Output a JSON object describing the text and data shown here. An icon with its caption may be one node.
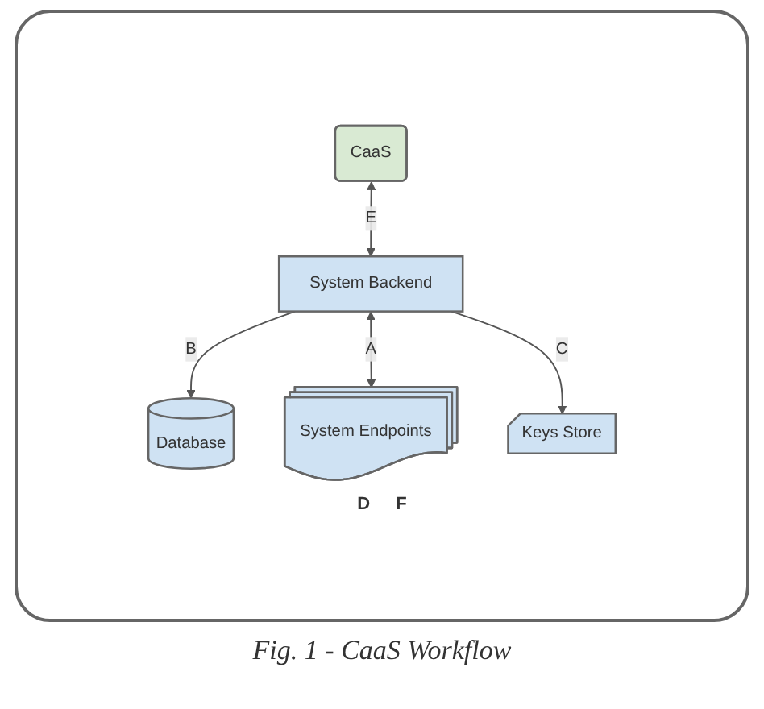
{
  "diagram": {
    "caption": "Fig.  1 - CaaS Workflow",
    "nodes": [
      {
        "text": [
          "CaaS"
        ]
      },
      {
        "text": [
          "System Backend"
        ]
      },
      {
        "text": [
          "Database"
        ]
      },
      {
        "text": [
          "System Endpoints"
        ]
      },
      {
        "text": [
          "Keys Store"
        ]
      }
    ],
    "edges": [
      {
        "from": 0,
        "to": 1,
        "arrow": "both",
        "label": "E"
      },
      {
        "from": 1,
        "to": 2,
        "arrow": "to",
        "label": "B"
      },
      {
        "from": 1,
        "to": 3,
        "arrow": "both",
        "label": "A"
      },
      {
        "from": 1,
        "to": 4,
        "arrow": "to",
        "label": "C"
      }
    ],
    "labels": [
      "D",
      "F"
    ]
  }
}
